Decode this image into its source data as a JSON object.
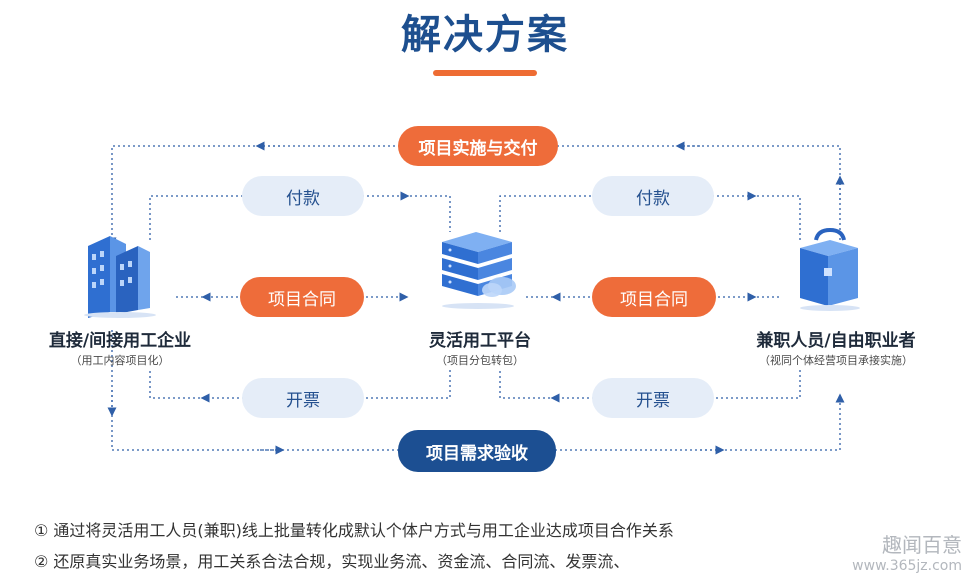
{
  "title": "解决方案",
  "flows": {
    "top": "项目实施与交付",
    "bottom": "项目需求验收",
    "left_pay": "付款",
    "right_pay": "付款",
    "left_contract": "项目合同",
    "right_contract": "项目合同",
    "left_invoice": "开票",
    "right_invoice": "开票"
  },
  "nodes": {
    "left": {
      "label": "直接/间接用工企业",
      "sub": "（用工内容项目化）",
      "icon": "office-building-icon"
    },
    "center": {
      "label": "灵活用工平台",
      "sub": "（项目分包转包）",
      "icon": "server-cloud-icon"
    },
    "right": {
      "label": "兼职人员/自由职业者",
      "sub": "（视同个体经营项目承接实施）",
      "icon": "briefcase-icon"
    }
  },
  "notes": [
    "① 通过将灵活用工人员(兼职)线上批量转化成默认个体户方式与用工企业达成项目合作关系",
    "② 还原真实业务场景，用工关系合法合规，实现业务流、资金流、合同流、发票流、"
  ],
  "watermark": {
    "line1": "趣闻百意",
    "line2": "www.365jz.com"
  },
  "colors": {
    "title": "#1d4f8f",
    "accent": "#ee6c3a",
    "dark_blue": "#1c4f92",
    "light_blue": "#e5edf8",
    "line": "#2f5fa8"
  }
}
